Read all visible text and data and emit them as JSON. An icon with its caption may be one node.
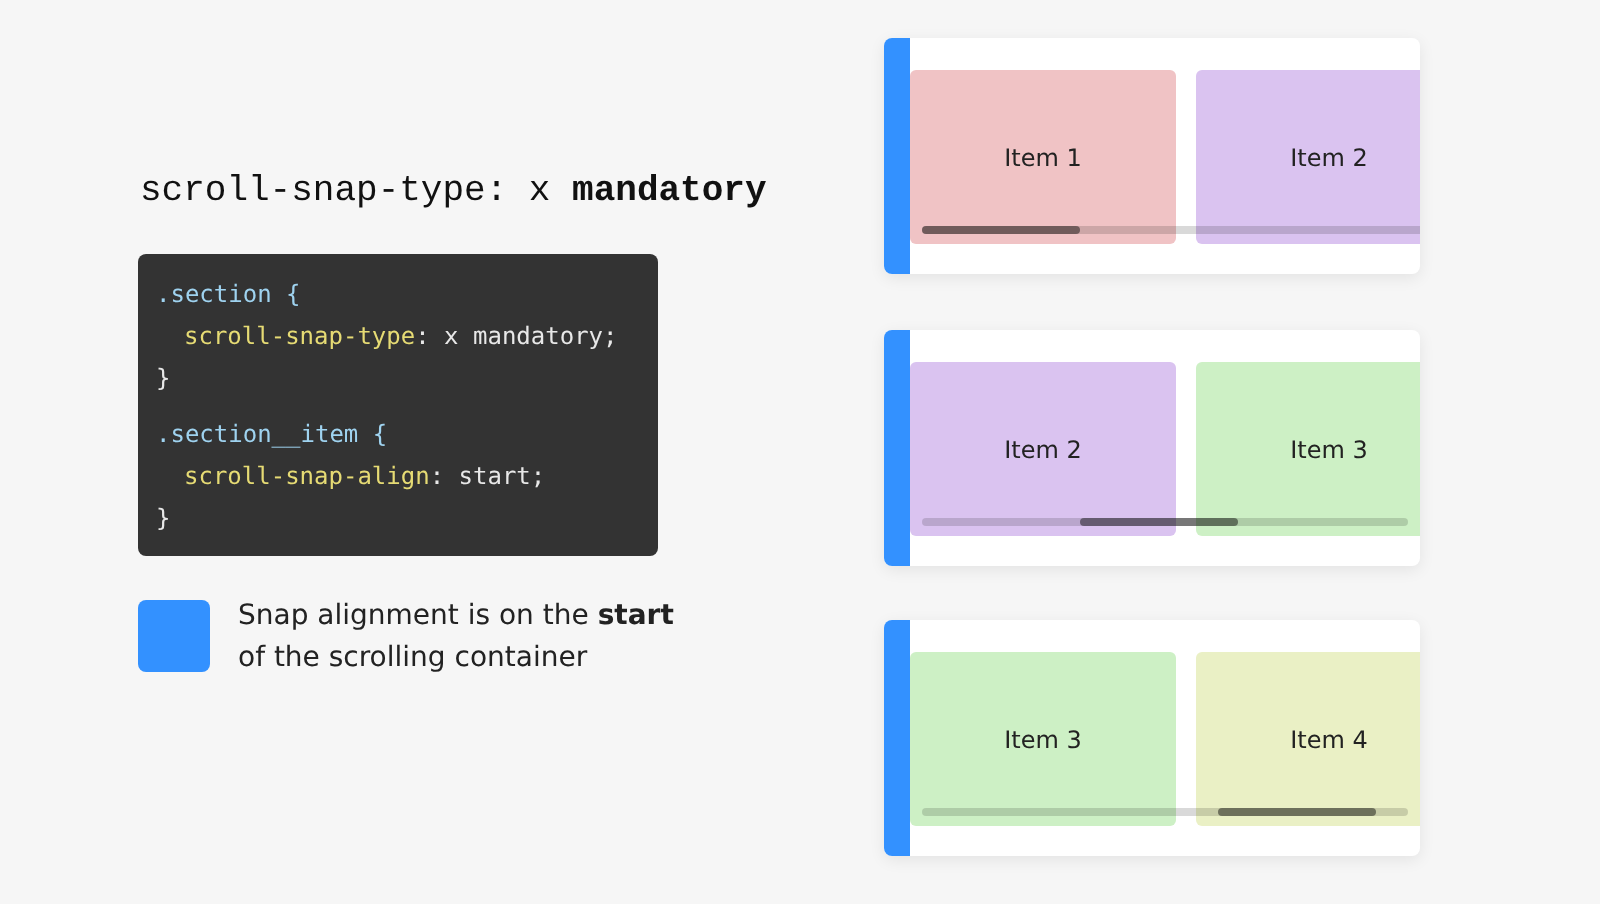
{
  "diagram": {
    "title": "scroll-snap-type: x **mandatory**",
    "nodes": [
      {
        "text": [],
        "shape": "box"
      },
      {
        "text": [
          "Item 1"
        ],
        "in": 0
      },
      {
        "text": [
          "Item 2"
        ],
        "in": 0
      },
      {
        "text": [],
        "shape": "box"
      },
      {
        "text": [
          "Item 2"
        ],
        "in": 3
      },
      {
        "text": [
          "Item 3"
        ],
        "in": 3
      },
      {
        "text": [],
        "shape": "box"
      },
      {
        "text": [
          "Item 3"
        ],
        "in": 6
      },
      {
        "text": [
          "Item 4"
        ],
        "in": 6
      }
    ],
    "labels": [
      ".section {",
      "scroll-snap-type: x mandatory;",
      "}",
      ".section__item {",
      "scroll-snap-align: start;",
      "}"
    ],
    "legend": [
      {
        "text": "Snap alignment is on the **start** of the scrolling container",
        "color": "#3391ff"
      }
    ]
  }
}
